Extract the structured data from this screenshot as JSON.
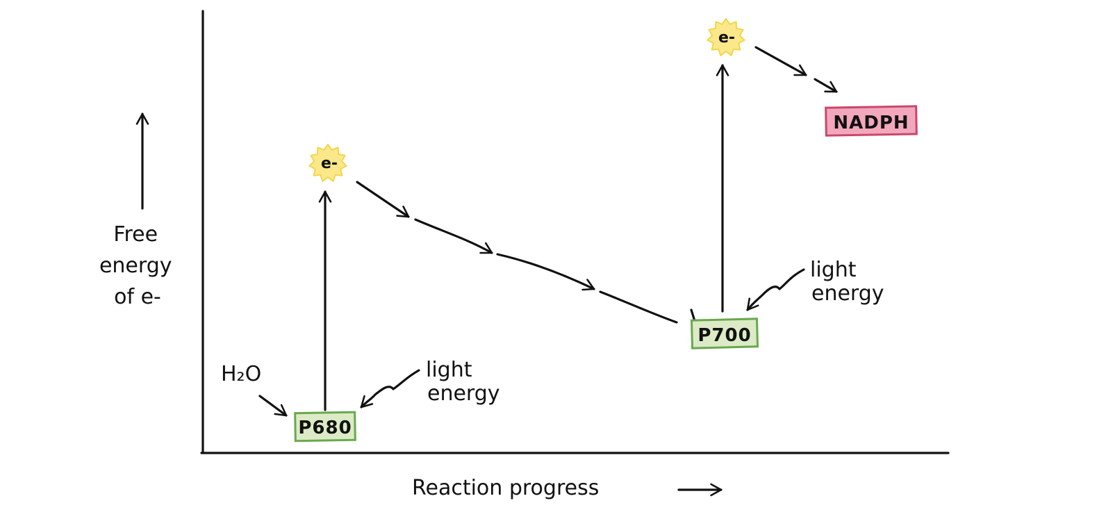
{
  "axes": {
    "y_label_lines": [
      "Free",
      "energy",
      "of e-"
    ],
    "x_label": "Reaction progress"
  },
  "nodes": {
    "p680": {
      "label": "P680",
      "fill": "#dcebc6",
      "border": "#6aa84f"
    },
    "p700": {
      "label": "P700",
      "fill": "#dcebc6",
      "border": "#6aa84f"
    },
    "nadph": {
      "label": "NADPH",
      "fill": "#f2a7bd",
      "border": "#c9476c"
    },
    "electron": {
      "label": "e-",
      "fill": "#fbe88a",
      "border": "#f3d64a"
    }
  },
  "labels": {
    "water": "H₂O",
    "light_energy_lines": [
      "light",
      "energy"
    ]
  },
  "colors": {
    "ink": "#111111"
  }
}
